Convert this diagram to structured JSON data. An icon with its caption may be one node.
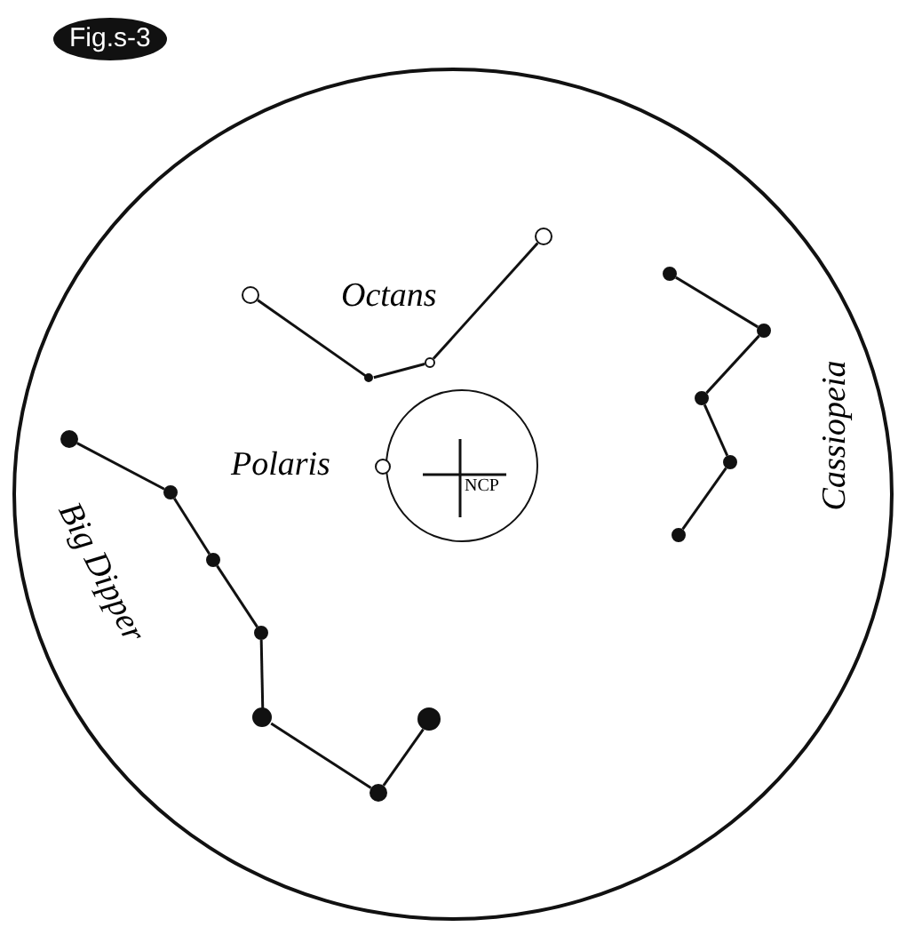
{
  "diagram": {
    "title": "Fig.s-3",
    "nodes": [
      {
        "text": [],
        "shape": "circle"
      },
      {
        "text": [
          "NCP"
        ],
        "in": 0
      },
      {
        "text": [],
        "shape": "circle",
        "in": 0
      },
      {
        "text": [],
        "shape": "circle",
        "in": 0
      },
      {
        "text": [],
        "shape": "circle",
        "in": 0
      },
      {
        "text": [],
        "shape": "circle",
        "in": 0
      },
      {
        "text": [],
        "shape": "circle",
        "in": 0
      },
      {
        "text": [],
        "shape": "circle",
        "in": 0
      },
      {
        "text": [],
        "shape": "circle",
        "in": 0
      },
      {
        "text": [],
        "shape": "circle",
        "in": 0
      },
      {
        "text": [],
        "shape": "circle",
        "in": 0
      },
      {
        "text": [],
        "shape": "circle",
        "in": 0
      },
      {
        "text": [],
        "shape": "circle",
        "in": 0
      },
      {
        "text": [],
        "shape": "circle",
        "in": 0
      },
      {
        "text": [],
        "shape": "circle",
        "in": 0
      },
      {
        "text": [],
        "shape": "circle",
        "in": 0
      },
      {
        "text": [],
        "shape": "circle",
        "in": 0
      },
      {
        "text": [],
        "shape": "circle",
        "in": 0
      },
      {
        "text": [],
        "shape": "circle",
        "in": 0
      }
    ],
    "edges": [
      {
        "from": 2,
        "to": 3,
        "arrow": "none"
      },
      {
        "from": 3,
        "to": 4,
        "arrow": "none"
      },
      {
        "from": 4,
        "to": 5,
        "arrow": "none"
      },
      {
        "from": 7,
        "to": 8,
        "arrow": "none"
      },
      {
        "from": 8,
        "to": 9,
        "arrow": "none"
      },
      {
        "from": 9,
        "to": 10,
        "arrow": "none"
      },
      {
        "from": 10,
        "to": 11,
        "arrow": "none"
      },
      {
        "from": 12,
        "to": 13,
        "arrow": "none"
      },
      {
        "from": 13,
        "to": 14,
        "arrow": "none"
      },
      {
        "from": 14,
        "to": 15,
        "arrow": "none"
      },
      {
        "from": 15,
        "to": 16,
        "arrow": "none"
      },
      {
        "from": 16,
        "to": 17,
        "arrow": "none"
      },
      {
        "from": 17,
        "to": 18,
        "arrow": "none"
      }
    ],
    "labels": [
      "Octans",
      "Polaris",
      "Cassiopeia",
      "Big Dipper"
    ]
  }
}
